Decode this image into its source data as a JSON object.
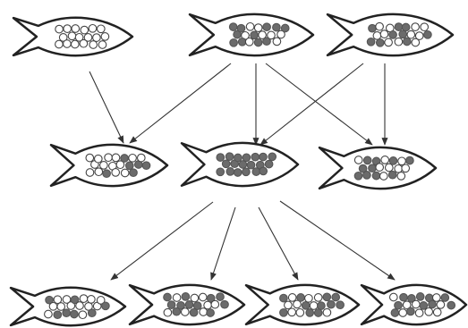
{
  "colors": {
    "outline": "#222222",
    "filled_egg": "#6b6b6b",
    "open_egg": "#ffffff",
    "arrow": "#333333"
  },
  "generations": [
    {
      "name": "generation-1",
      "fish": [
        {
          "id": "g1-fish-1",
          "filled_eggs": 0,
          "open_eggs": 18
        },
        {
          "id": "g1-fish-2",
          "filled_eggs": 11,
          "open_eggs": 8
        },
        {
          "id": "g1-fish-3",
          "filled_eggs": 9,
          "open_eggs": 11
        }
      ]
    },
    {
      "name": "generation-2",
      "fish": [
        {
          "id": "g2-fish-1",
          "filled_eggs": 6,
          "open_eggs": 14
        },
        {
          "id": "g2-fish-2",
          "filled_eggs": 19,
          "open_eggs": 0
        },
        {
          "id": "g2-fish-3",
          "filled_eggs": 10,
          "open_eggs": 9
        }
      ]
    },
    {
      "name": "generation-3",
      "fish": [
        {
          "id": "g3-fish-1",
          "filled_eggs": 7,
          "open_eggs": 13
        },
        {
          "id": "g3-fish-2",
          "filled_eggs": 12,
          "open_eggs": 8
        },
        {
          "id": "g3-fish-3",
          "filled_eggs": 11,
          "open_eggs": 9
        },
        {
          "id": "g3-fish-4",
          "filled_eggs": 11,
          "open_eggs": 9
        }
      ]
    }
  ],
  "arrows": [
    {
      "from": "g1-fish-1",
      "to": "g2-fish-1"
    },
    {
      "from": "g1-fish-2",
      "to": "g2-fish-1"
    },
    {
      "from": "g1-fish-2",
      "to": "g2-fish-2"
    },
    {
      "from": "g1-fish-2",
      "to": "g2-fish-3"
    },
    {
      "from": "g1-fish-3",
      "to": "g2-fish-2"
    },
    {
      "from": "g1-fish-3",
      "to": "g2-fish-3"
    },
    {
      "from": "g2-fish-2",
      "to": "g3-fish-1"
    },
    {
      "from": "g2-fish-2",
      "to": "g3-fish-2"
    },
    {
      "from": "g2-fish-2",
      "to": "g3-fish-3"
    },
    {
      "from": "g2-fish-2",
      "to": "g3-fish-4"
    }
  ]
}
